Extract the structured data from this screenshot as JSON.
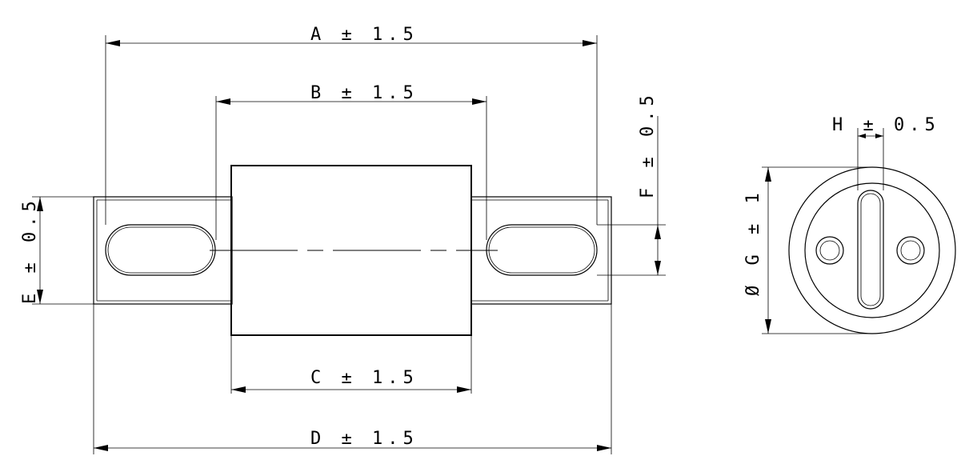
{
  "dimensions": {
    "A": "A ± 1.5",
    "B": "B ± 1.5",
    "C": "C ± 1.5",
    "D": "D ± 1.5",
    "E": "E ± 0.5",
    "F": "F ± 0.5",
    "G": "Ø G ± 1",
    "H": "H ± 0.5"
  },
  "colors": {
    "line": "#000000",
    "background": "#ffffff"
  }
}
